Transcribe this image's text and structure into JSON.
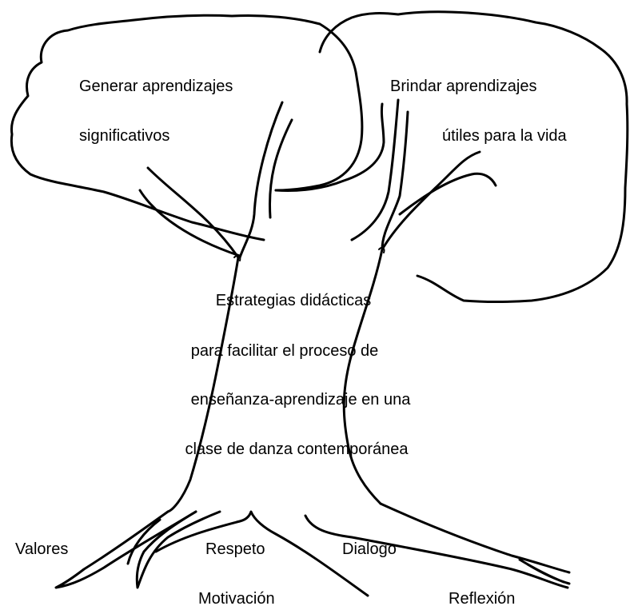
{
  "crown_left": {
    "line1": "Generar aprendizajes",
    "line2": "significativos"
  },
  "crown_right": {
    "line1": "Brindar aprendizajes",
    "line2": "útiles para la vida"
  },
  "trunk": {
    "line1": "Estrategias didácticas",
    "line2": "para facilitar el proceso de",
    "line3": "enseñanza-aprendizaje en una",
    "line4": "clase de danza contemporánea"
  },
  "roots": {
    "valores": "Valores",
    "respeto": "Respeto",
    "dialogo": "Dialogo",
    "motivacion": "Motivación",
    "reflexion": "Reflexión"
  },
  "colors": {
    "stroke": "#000000",
    "background": "#ffffff"
  }
}
